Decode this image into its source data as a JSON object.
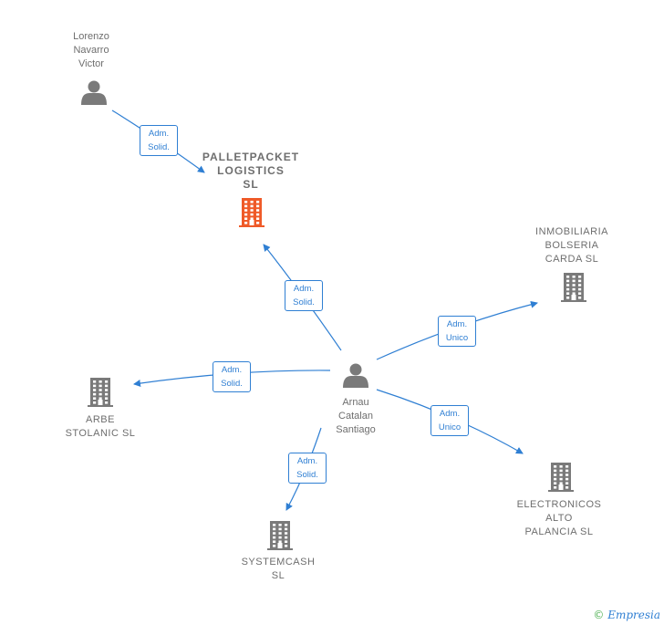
{
  "colors": {
    "edge": "#2f7fd3",
    "node": "#7a7a7a",
    "main_node": "#ef5a28"
  },
  "nodes": [
    {
      "id": "lorenzo",
      "label": "Lorenzo\nNavarro\nVictor",
      "kind": "person"
    },
    {
      "id": "palletpacket",
      "label": "PALLETPACKET\nLOGISTICS\nSL",
      "kind": "company-main"
    },
    {
      "id": "inmobiliaria",
      "label": "INMOBILIARIA\nBOLSERIA\nCARDA  SL",
      "kind": "company"
    },
    {
      "id": "arbe",
      "label": "ARBE\nSTOLANIC  SL",
      "kind": "company"
    },
    {
      "id": "arnau",
      "label": "Arnau\nCatalan\nSantiago",
      "kind": "person"
    },
    {
      "id": "electronicos",
      "label": "ELECTRONICOS\nALTO\nPALANCIA  SL",
      "kind": "company"
    },
    {
      "id": "systemcash",
      "label": "SYSTEMCASH\nSL",
      "kind": "company"
    }
  ],
  "edges": [
    {
      "from": "lorenzo",
      "to": "palletpacket",
      "label": "Adm.\nSolid."
    },
    {
      "from": "arnau",
      "to": "palletpacket",
      "label": "Adm.\nSolid."
    },
    {
      "from": "arnau",
      "to": "inmobiliaria",
      "label": "Adm.\nUnico"
    },
    {
      "from": "arnau",
      "to": "arbe",
      "label": "Adm.\nSolid."
    },
    {
      "from": "arnau",
      "to": "electronicos",
      "label": "Adm.\nUnico"
    },
    {
      "from": "arnau",
      "to": "systemcash",
      "label": "Adm.\nSolid."
    }
  ],
  "footer": {
    "copyright": "©",
    "brand": "Empresia"
  }
}
